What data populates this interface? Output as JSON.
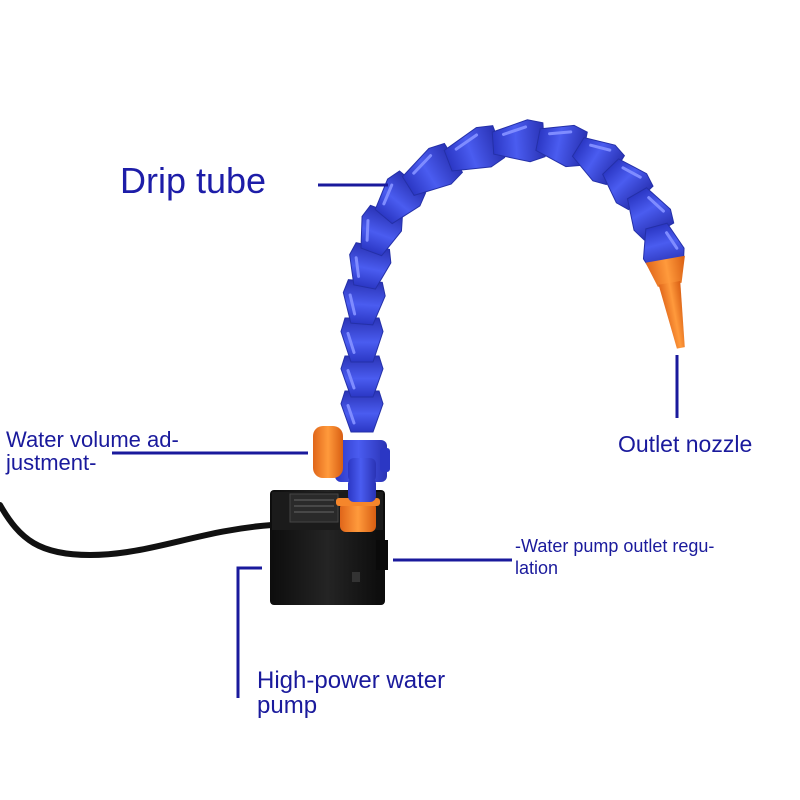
{
  "labels": {
    "drip_tube": "Drip tube",
    "water_volume_line1": "Water volume ad-",
    "water_volume_line2": "justment-",
    "outlet_nozzle": "Outlet nozzle",
    "pump_outlet_line1": "-Water pump outlet regu-",
    "pump_outlet_line2": "lation",
    "pump_line1": "High-power water",
    "pump_line2": "pump"
  },
  "colors": {
    "tube": "#3b4ae0",
    "tube_dark": "#2a34b8",
    "orange": "#f37a1f",
    "pump_body": "#151515",
    "leader_line": "#1a1a9c",
    "label_text": "#1a1a9c"
  }
}
